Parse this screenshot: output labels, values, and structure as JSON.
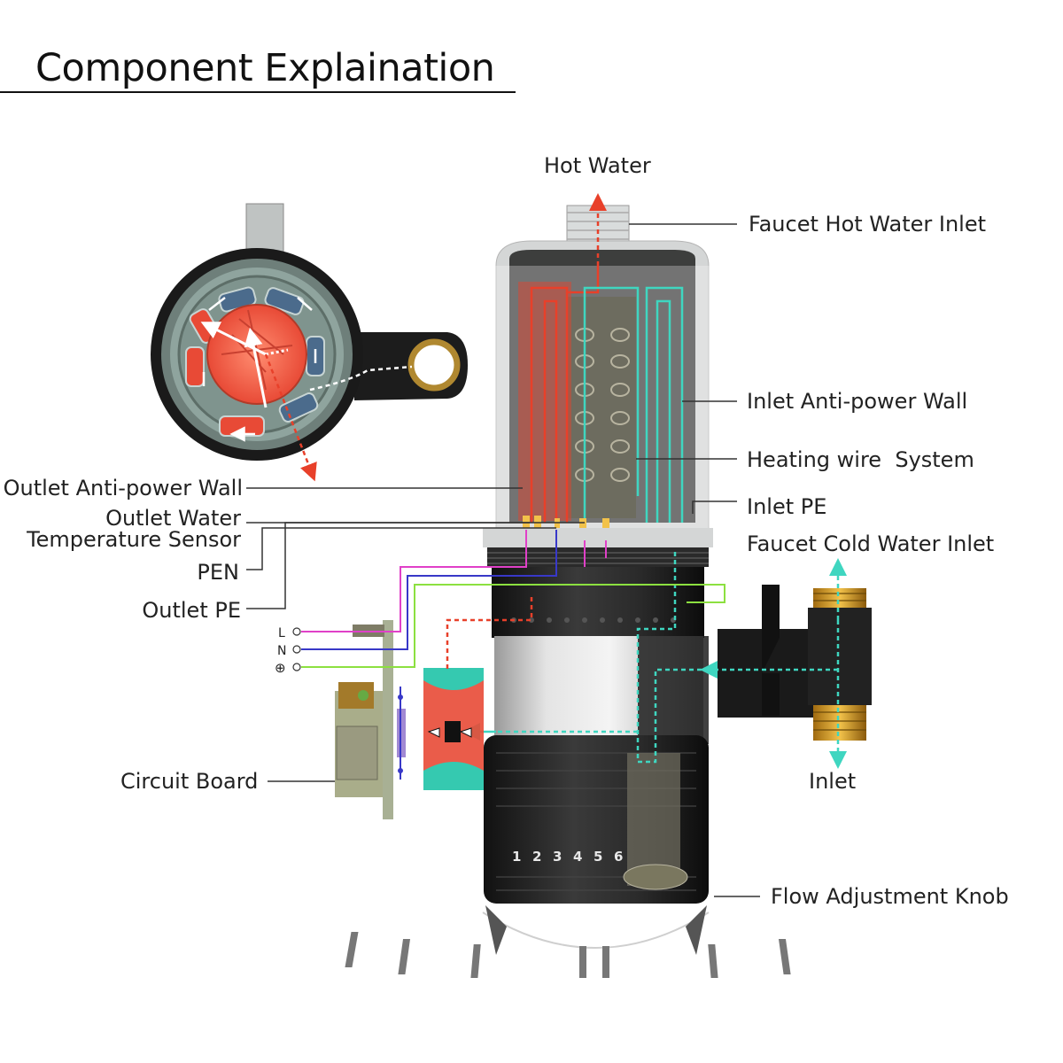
{
  "title": "Component Explaination",
  "labels": {
    "hot_water": "Hot Water",
    "faucet_hot_water_inlet": "Faucet Hot Water Inlet",
    "inlet_anti_power_wall": "Inlet Anti-power Wall",
    "heating_wire_system": "Heating wire  System",
    "inlet_pe": "Inlet PE",
    "faucet_cold_water_inlet": "Faucet Cold Water Inlet",
    "inlet": "Inlet",
    "flow_adjustment_knob": "Flow Adjustment Knob",
    "outlet_anti_power_wall": "Outlet Anti-power Wall",
    "outlet_water_temperature_sensor_line1": "Outlet Water",
    "outlet_water_temperature_sensor_line2": "Temperature Sensor",
    "pen": "PEN",
    "outlet_pe": "Outlet PE",
    "circuit_board": "Circuit Board"
  },
  "terminals": {
    "l": "L",
    "n": "N",
    "ground": "⊕"
  },
  "knob_numbers": [
    "1",
    "2",
    "3",
    "4",
    "5",
    "6"
  ],
  "colors": {
    "hot": "#e8402a",
    "cold": "#3fd6c0",
    "live_wire": "#e040c8",
    "neutral_wire": "#3838c8",
    "ground_wire": "#8ce040",
    "leader_line": "#333333"
  }
}
